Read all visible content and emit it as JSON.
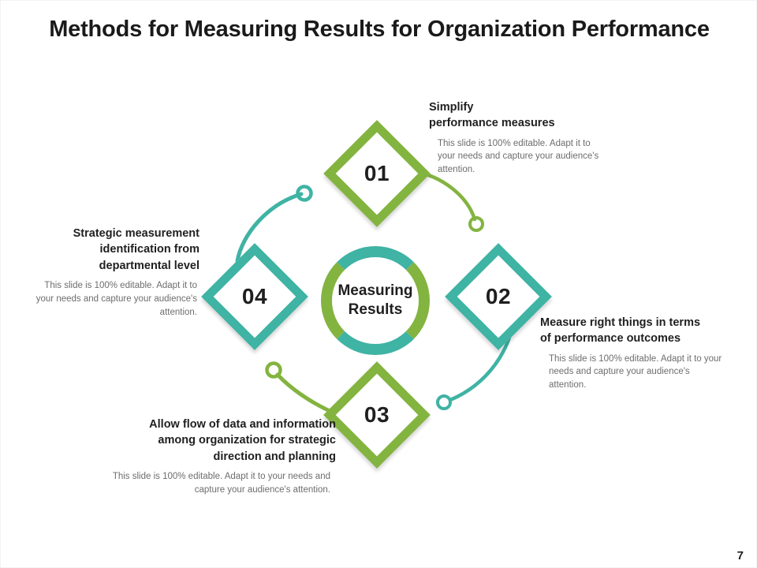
{
  "slide": {
    "title": "Methods for Measuring Results for Organization Performance",
    "page_number": "7"
  },
  "colors": {
    "green": "#83b440",
    "teal": "#3fb3a4",
    "heading_text": "#1f1f1f",
    "body_text": "#6d6d6d",
    "background": "#ffffff"
  },
  "center": {
    "line1": "Measuring",
    "line2": "Results"
  },
  "steps": [
    {
      "number": "01",
      "color": "green",
      "heading_line1": "Simplify",
      "heading_line2": "performance measures",
      "body": "This slide is 100% editable. Adapt it to your needs and capture your audience's attention."
    },
    {
      "number": "02",
      "color": "teal",
      "heading_line1": "Measure right things in terms",
      "heading_line2": "of performance outcomes",
      "body": "This slide is 100% editable. Adapt it to your needs and capture your audience's attention."
    },
    {
      "number": "03",
      "color": "green",
      "heading_line1": "Allow flow of data and information",
      "heading_line2": "among organization for strategic",
      "heading_line3": "direction and planning",
      "body": "This slide is 100% editable. Adapt it to your needs and capture your audience's attention."
    },
    {
      "number": "04",
      "color": "teal",
      "heading_line1": "Strategic measurement",
      "heading_line2": "identification from",
      "heading_line3": "departmental level",
      "body": "This slide is 100% editable. Adapt it to your needs and capture your audience's attention."
    }
  ]
}
